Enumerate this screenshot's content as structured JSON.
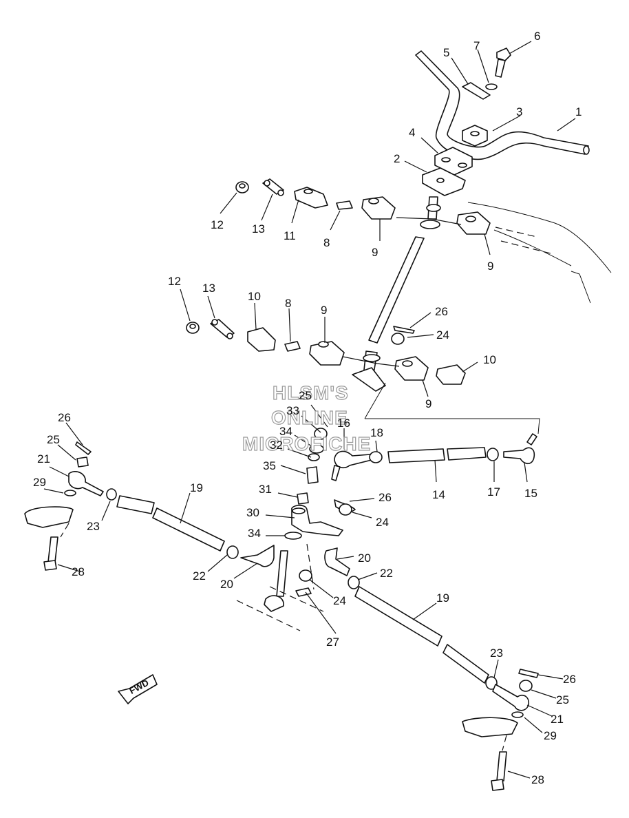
{
  "watermark": [
    "HLSM'S",
    "ONLINE",
    "MICROFICHE"
  ],
  "fwd_label": "FWD",
  "callouts": [
    {
      "id": "c1",
      "text": "1"
    },
    {
      "id": "c2",
      "text": "2"
    },
    {
      "id": "c3",
      "text": "3"
    },
    {
      "id": "c4",
      "text": "4"
    },
    {
      "id": "c5",
      "text": "5"
    },
    {
      "id": "c6",
      "text": "6"
    },
    {
      "id": "c7",
      "text": "7"
    },
    {
      "id": "c8a",
      "text": "8"
    },
    {
      "id": "c8b",
      "text": "8"
    },
    {
      "id": "c9a",
      "text": "9"
    },
    {
      "id": "c9b",
      "text": "9"
    },
    {
      "id": "c9c",
      "text": "9"
    },
    {
      "id": "c9d",
      "text": "9"
    },
    {
      "id": "c10a",
      "text": "10"
    },
    {
      "id": "c10b",
      "text": "10"
    },
    {
      "id": "c11",
      "text": "11"
    },
    {
      "id": "c12a",
      "text": "12"
    },
    {
      "id": "c12b",
      "text": "12"
    },
    {
      "id": "c13a",
      "text": "13"
    },
    {
      "id": "c13b",
      "text": "13"
    },
    {
      "id": "c14",
      "text": "14"
    },
    {
      "id": "c15",
      "text": "15"
    },
    {
      "id": "c16",
      "text": "16"
    },
    {
      "id": "c17",
      "text": "17"
    },
    {
      "id": "c18",
      "text": "18"
    },
    {
      "id": "c19a",
      "text": "19"
    },
    {
      "id": "c19b",
      "text": "19"
    },
    {
      "id": "c20a",
      "text": "20"
    },
    {
      "id": "c20b",
      "text": "20"
    },
    {
      "id": "c21a",
      "text": "21"
    },
    {
      "id": "c21b",
      "text": "21"
    },
    {
      "id": "c22a",
      "text": "22"
    },
    {
      "id": "c22b",
      "text": "22"
    },
    {
      "id": "c23a",
      "text": "23"
    },
    {
      "id": "c23b",
      "text": "23"
    },
    {
      "id": "c24a",
      "text": "24"
    },
    {
      "id": "c24b",
      "text": "24"
    },
    {
      "id": "c24c",
      "text": "24"
    },
    {
      "id": "c25a",
      "text": "25"
    },
    {
      "id": "c25b",
      "text": "25"
    },
    {
      "id": "c25c",
      "text": "25"
    },
    {
      "id": "c26a",
      "text": "26"
    },
    {
      "id": "c26b",
      "text": "26"
    },
    {
      "id": "c26c",
      "text": "26"
    },
    {
      "id": "c26d",
      "text": "26"
    },
    {
      "id": "c27",
      "text": "27"
    },
    {
      "id": "c28a",
      "text": "28"
    },
    {
      "id": "c28b",
      "text": "28"
    },
    {
      "id": "c29a",
      "text": "29"
    },
    {
      "id": "c29b",
      "text": "29"
    },
    {
      "id": "c30",
      "text": "30"
    },
    {
      "id": "c31",
      "text": "31"
    },
    {
      "id": "c32",
      "text": "32"
    },
    {
      "id": "c33",
      "text": "33"
    },
    {
      "id": "c34a",
      "text": "34"
    },
    {
      "id": "c34b",
      "text": "34"
    },
    {
      "id": "c35",
      "text": "35"
    }
  ]
}
